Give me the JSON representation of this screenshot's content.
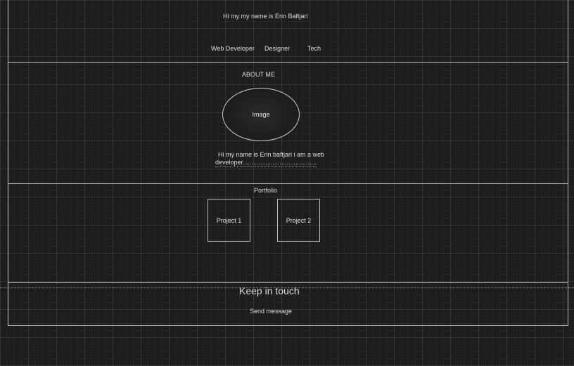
{
  "hero": {
    "intro": "Hi my my name is Erin Baftjari",
    "tags": [
      "Web Developer",
      "Designer",
      "Tech"
    ]
  },
  "about": {
    "heading": "ABOUT ME",
    "image_label": "Image",
    "text_line1": "Hi my name is Erin baftjari i am a web",
    "text_line2": "developer.........................................."
  },
  "portfolio": {
    "heading": "Portfolio",
    "projects": [
      "Project 1",
      "Project 2"
    ]
  },
  "contact": {
    "heading": "Keep in touch",
    "send_label": "Send message"
  }
}
